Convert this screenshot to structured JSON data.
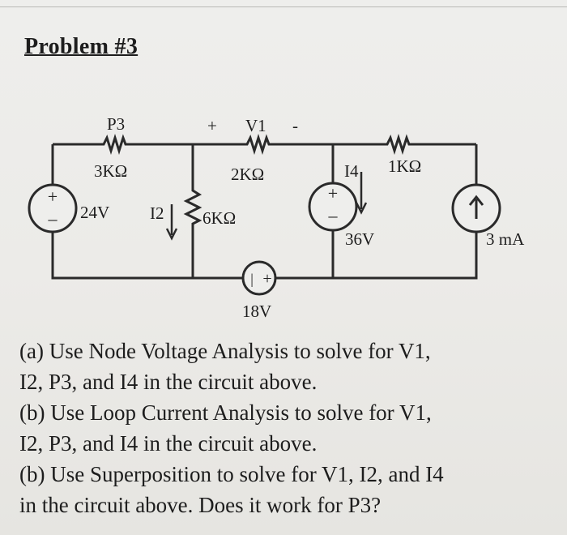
{
  "problem": {
    "title": "Problem #3"
  },
  "circuit": {
    "labels": {
      "p3": "P3",
      "v1_plus": "+",
      "v1": "V1",
      "v1_minus": "-",
      "r1": "3KΩ",
      "r2": "2KΩ",
      "r3": "6KΩ",
      "r4": "1KΩ",
      "src1_value": "24V",
      "src2_value": "18V",
      "src3_value": "36V",
      "src4_value": "3 mA",
      "i2": "I2",
      "i4": "I4"
    }
  },
  "questions": {
    "a_line1": "(a) Use Node Voltage Analysis to solve for V1,",
    "a_line2": "I2, P3, and I4 in the circuit above.",
    "b_line1": "(b)  Use Loop Current Analysis to solve for V1,",
    "b_line2": "I2, P3, and I4 in the circuit above.",
    "c_line1": "(b) Use Superposition to solve for V1, I2, and I4",
    "c_line2": "in the circuit above.  Does it work for P3?"
  }
}
